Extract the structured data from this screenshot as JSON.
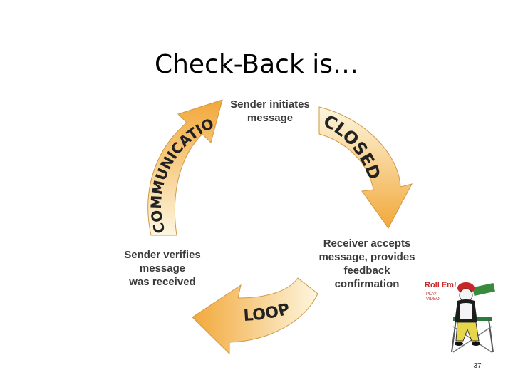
{
  "slide": {
    "title": "Check-Back is…",
    "page_number": "37"
  },
  "diagram": {
    "steps": {
      "top": [
        "Sender initiates",
        "message"
      ],
      "bottom_right": [
        "Receiver accepts",
        "message, provides",
        "feedback",
        "confirmation"
      ],
      "left": [
        "Sender verifies",
        "message",
        "was received"
      ]
    },
    "arc_words": {
      "communication": "COMMUNICATION",
      "closed": "CLOSED",
      "loop": "LOOP"
    },
    "colors": {
      "arrow_light": "#fdf3d3",
      "arrow_dark": "#f2a83a",
      "arrow_outline": "#c98a2a"
    }
  },
  "video_clip": {
    "badge": "Roll Em!",
    "caption": [
      "PLAY",
      "VIDEO"
    ]
  }
}
